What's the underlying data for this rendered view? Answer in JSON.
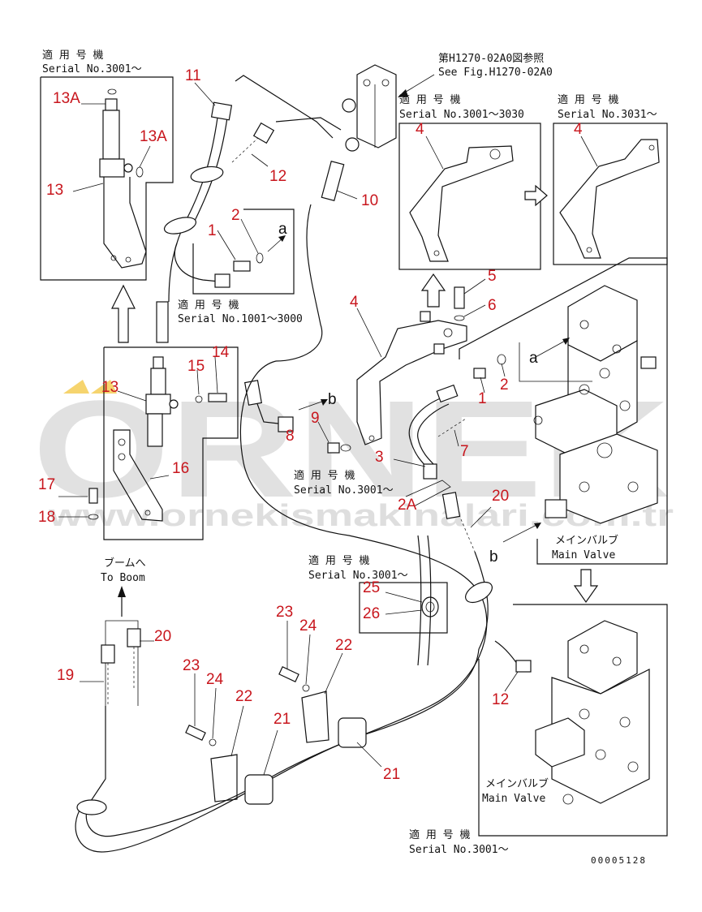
{
  "notes": {
    "serial_label_jp": "適 用 号 機",
    "serial_3001_on": "Serial No.3001～",
    "serial_1001_3000": "Serial No.1001～3000",
    "serial_3001_3030": "Serial No.3001～3030",
    "serial_3031_on": "Serial No.3031～",
    "ref_jp": "第H1270-02A0図参照",
    "ref_en": "See Fig.H1270-02A0",
    "to_boom_jp": "ブームへ",
    "to_boom_en": "To Boom",
    "main_valve_jp": "メインバルブ",
    "main_valve_en": "Main Valve"
  },
  "letters": {
    "a": "a",
    "b": "b"
  },
  "callouts": {
    "n1": "1",
    "n2": "2",
    "n2a": "2A",
    "n3": "3",
    "n4": "4",
    "n5": "5",
    "n6": "6",
    "n7": "7",
    "n8": "8",
    "n9": "9",
    "n10": "10",
    "n11": "11",
    "n12": "12",
    "n13": "13",
    "n13a": "13A",
    "n14": "14",
    "n15": "15",
    "n16": "16",
    "n17": "17",
    "n18": "18",
    "n19": "19",
    "n20": "20",
    "n21": "21",
    "n22": "22",
    "n23": "23",
    "n24": "24",
    "n25": "25",
    "n26": "26"
  },
  "drawing_code": "00005128",
  "watermark": {
    "logo": "ORNEK",
    "url": "www.ornekismakinalari.com.tr"
  },
  "colors": {
    "callout": "#c8161d",
    "line": "#111111",
    "watermark": "#c9c9c9",
    "accent": "#f2c230"
  }
}
